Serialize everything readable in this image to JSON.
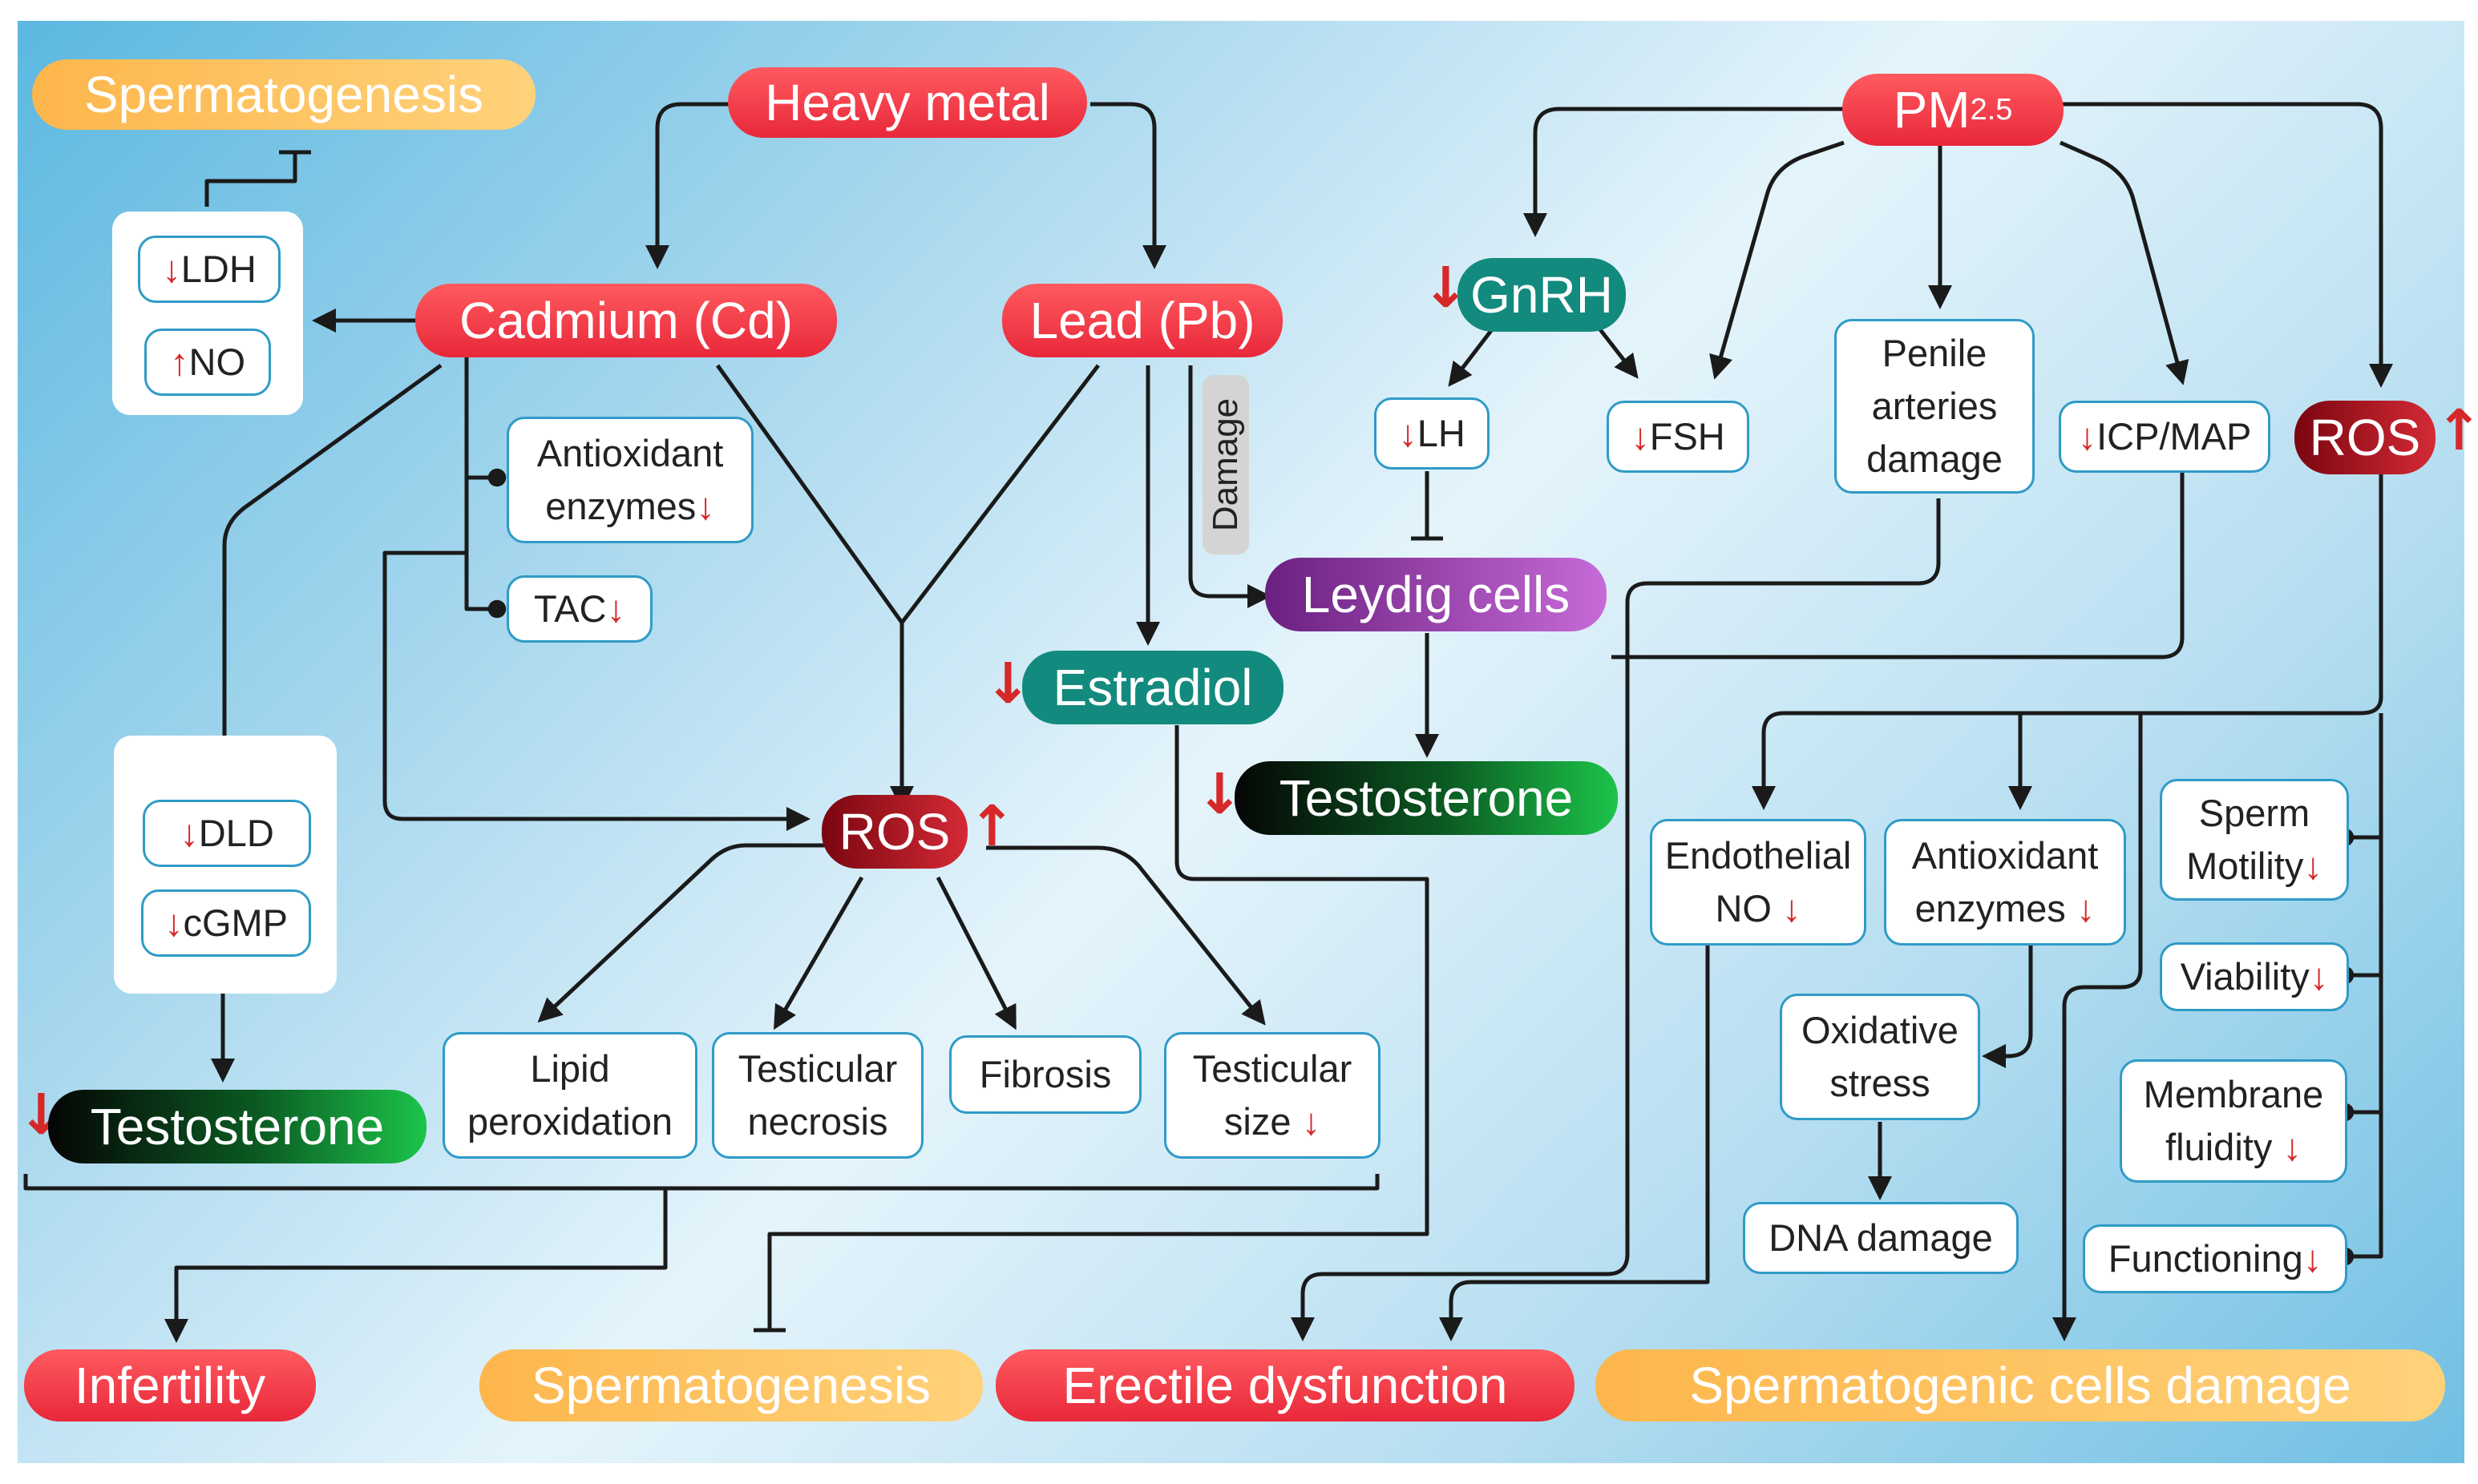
{
  "nodes": {
    "heavy_metal": "Heavy metal",
    "pm_base": "PM",
    "pm_sub": "2.5",
    "cadmium": "Cadmium (Cd)",
    "lead": "Lead (Pb)",
    "gnrh": "GnRH",
    "lh": "LH",
    "fsh": "FSH",
    "penile": [
      "Penile",
      "arteries",
      "damage"
    ],
    "icp_map": "ICP/MAP",
    "ros": "ROS",
    "leydig": "Leydig cells",
    "estradiol": "Estradiol",
    "testosterone": "Testosterone",
    "damage_label": "Damage",
    "antioxidant": [
      "Antioxidant",
      "enzymes"
    ],
    "tac": "TAC",
    "ldh": "LDH",
    "no": "NO",
    "dld": "DLD",
    "cgmp": "cGMP",
    "endothelial": [
      "Endothelial",
      "NO"
    ],
    "oxidative": [
      "Oxidative",
      "stress"
    ],
    "dna_damage": "DNA damage",
    "sperm_motility": [
      "Sperm",
      "Motility"
    ],
    "viability": "Viability",
    "membrane": [
      "Membrane",
      "fluidity"
    ],
    "functioning": "Functioning",
    "lipid": [
      "Lipid",
      "peroxidation"
    ],
    "necrosis": [
      "Testicular",
      "necrosis"
    ],
    "fibrosis": "Fibrosis",
    "size": [
      "Testicular",
      "size"
    ]
  },
  "outcomes": {
    "spermatogenesis": "Spermatogenesis",
    "infertility": "Infertility",
    "erectile": "Erectile dysfunction",
    "spermatogenic": "Spermatogenic cells damage"
  },
  "colors": {
    "red": "#e8283a",
    "orange": "#fdb64c",
    "teal": "#138a7e",
    "purple": "#8a3aa0",
    "arrow_down": "#d62828",
    "box_border": "#2f9bc7"
  }
}
